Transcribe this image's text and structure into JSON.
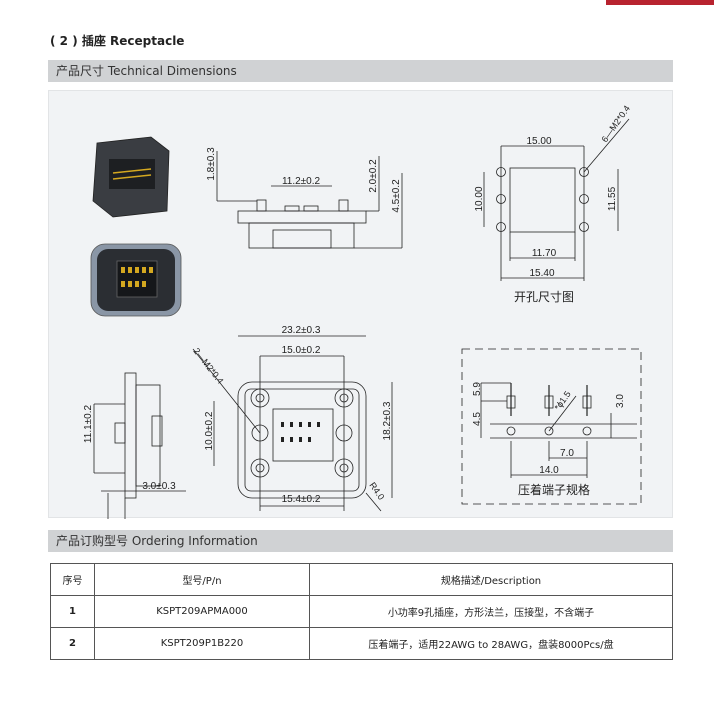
{
  "title": "( 2 ) 插座 Receptacle",
  "sections": {
    "dimensions": "产品尺寸 Technical Dimensions",
    "ordering": "产品订购型号 Ordering Information"
  },
  "drawing": {
    "side_top": {
      "d1": "1.8±0.3",
      "d2": "11.2±0.2",
      "d3": "2.0±0.2",
      "d4": "4.5±0.2"
    },
    "cutout": {
      "w1": "15.00",
      "thread": "6—M2*0.4",
      "h1": "10.00",
      "h2": "11.55",
      "w2": "11.70",
      "w3": "15.40",
      "caption": "开孔尺寸图"
    },
    "side_left": {
      "h": "11.1±0.2",
      "w": "3.0±0.3"
    },
    "front": {
      "w1": "23.2±0.3",
      "w2": "15.0±0.2",
      "thread": "2—M2*0.4",
      "h1": "10.0±0.2",
      "h2": "18.2±0.3",
      "w3": "15.4±0.2",
      "r": "R4.0"
    },
    "terminal": {
      "a": "5.9",
      "b": "4.5",
      "c": "3.0",
      "d": "*ϕ1.5",
      "e": "7.0",
      "f": "14.0",
      "caption": "压着端子规格"
    }
  },
  "table": {
    "headers": [
      "序号",
      "型号/P/n",
      "规格描述/Description"
    ],
    "rows": [
      [
        "1",
        "KSPT209APMA000",
        "小功率9孔插座，方形法兰，压接型，不含端子"
      ],
      [
        "2",
        "KSPT209P1B220",
        "压着端子，适用22AWG  to 28AWG，盘装8000Pcs/盘"
      ]
    ]
  }
}
